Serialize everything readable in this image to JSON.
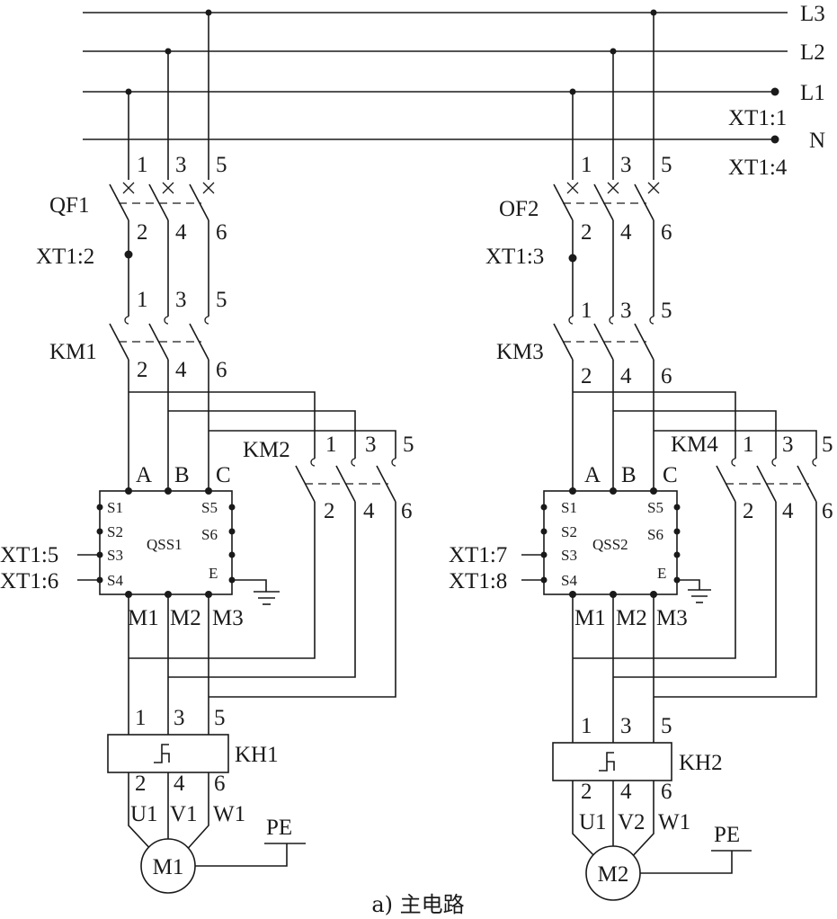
{
  "bus": {
    "l3": "L3",
    "l2": "L2",
    "l1": "L1",
    "n": "N",
    "xt1_1": "XT1:1",
    "xt1_4": "XT1:4"
  },
  "pins": {
    "p1": "1",
    "p2": "2",
    "p3": "3",
    "p4": "4",
    "p5": "5",
    "p6": "6"
  },
  "left": {
    "breaker": "QF1",
    "breaker_term": "XT1:2",
    "contactor": "KM1",
    "bypass": "KM2",
    "softstarter": "QSS1",
    "inputs": [
      "A",
      "B",
      "C"
    ],
    "s_left": [
      "S1",
      "S2",
      "S3",
      "S4"
    ],
    "s_right": [
      "S5",
      "S6"
    ],
    "earth": "E",
    "outputs": [
      "M1",
      "M2",
      "M3"
    ],
    "xt_s3": "XT1:5",
    "xt_s4": "XT1:6",
    "relay": "KH1",
    "motor_terms": [
      "U1",
      "V1",
      "W1"
    ],
    "pe": "PE",
    "motor": "M1"
  },
  "right": {
    "breaker": "OF2",
    "breaker_term": "XT1:3",
    "contactor": "KM3",
    "bypass": "KM4",
    "softstarter": "QSS2",
    "inputs": [
      "A",
      "B",
      "C"
    ],
    "s_left": [
      "S1",
      "S2",
      "S3",
      "S4"
    ],
    "s_right": [
      "S5",
      "S6"
    ],
    "earth": "E",
    "outputs": [
      "M1",
      "M2",
      "M3"
    ],
    "xt_s3": "XT1:7",
    "xt_s4": "XT1:8",
    "relay": "KH2",
    "motor_terms": [
      "U1",
      "V2",
      "W1"
    ],
    "pe": "PE",
    "motor": "M2"
  },
  "caption": "a) 主电路"
}
